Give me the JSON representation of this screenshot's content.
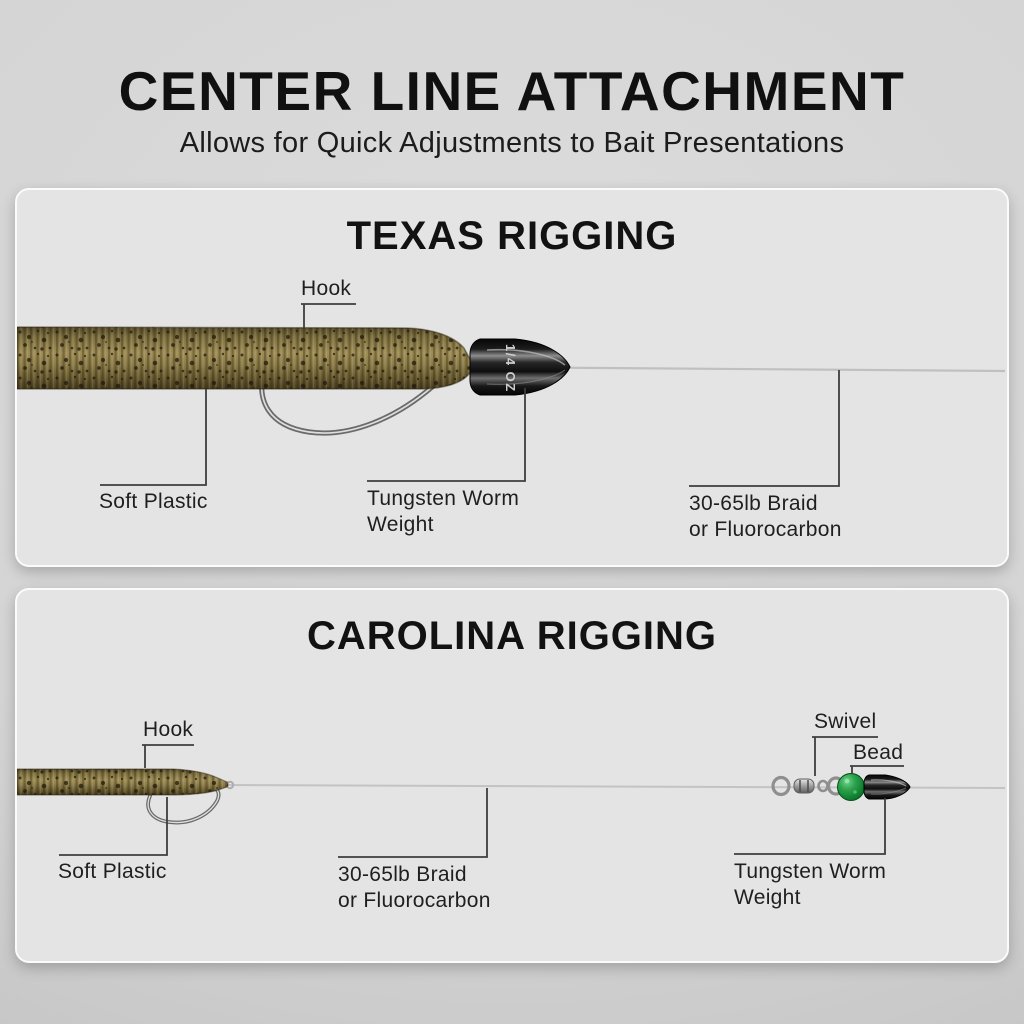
{
  "header": {
    "title": "CENTER LINE ATTACHMENT",
    "subtitle": "Allows for Quick Adjustments to Bait Presentations"
  },
  "texas": {
    "title": "TEXAS RIGGING",
    "weight_marking": "1/4 OZ",
    "labels": {
      "hook": "Hook",
      "soft_plastic": "Soft Plastic",
      "weight_l1": "Tungsten Worm",
      "weight_l2": "Weight",
      "line_l1": "30-65lb Braid",
      "line_l2": "or Fluorocarbon"
    }
  },
  "carolina": {
    "title": "CAROLINA RIGGING",
    "labels": {
      "hook": "Hook",
      "swivel": "Swivel",
      "bead": "Bead",
      "soft_plastic": "Soft Plastic",
      "line_l1": "30-65lb Braid",
      "line_l2": "or Fluorocarbon",
      "weight_l1": "Tungsten Worm",
      "weight_l2": "Weight"
    }
  },
  "colors": {
    "background": "#d4d4d4",
    "panel": "#e4e4e4",
    "text": "#1a1a1a",
    "worm": "#7b6c3c",
    "weight": "#111111",
    "bead_green": "#0e7d2e",
    "fishing_line": "#c0c0c0",
    "leader_line": "#3d3d3d"
  }
}
